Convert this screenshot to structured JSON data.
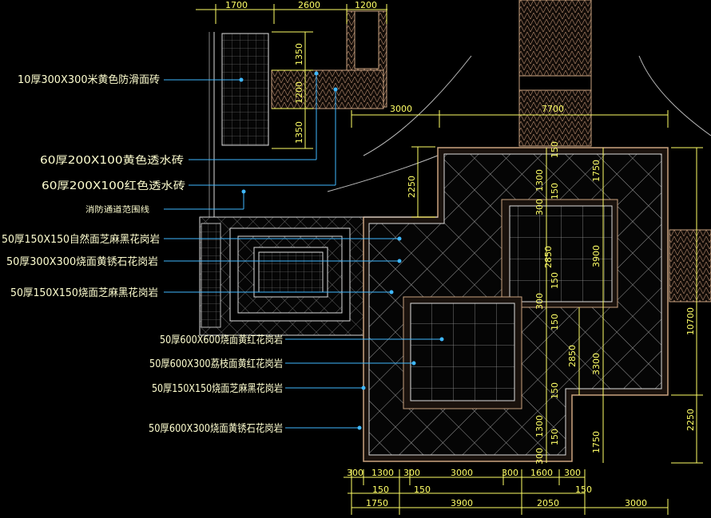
{
  "colors": {
    "background": "#000000",
    "dimension": "#ffff66",
    "leader": "#3fb8ff",
    "label": "#ffffd0",
    "outline": "#ffffff",
    "hatch": "#8c8c8c",
    "border": "#b08a6a"
  },
  "labels": [
    {
      "id": "label-1",
      "text": "10厚300X300米黄色防滑面砖"
    },
    {
      "id": "label-2",
      "text": "60厚200X100黄色透水砖"
    },
    {
      "id": "label-3",
      "text": "60厚200X100红色透水砖"
    },
    {
      "id": "label-4",
      "text": "消防通道范围线"
    },
    {
      "id": "label-5",
      "text": "50厚150X150自然面芝麻黑花岗岩"
    },
    {
      "id": "label-6",
      "text": "50厚300X300烧面黄锈石花岗岩"
    },
    {
      "id": "label-7",
      "text": "50厚150X150烧面芝麻黑花岗岩"
    },
    {
      "id": "label-8",
      "text": "50厚600X600烧面黄红花岗岩"
    },
    {
      "id": "label-9",
      "text": "50厚600X300荔枝面黄红花岗岩"
    },
    {
      "id": "label-10",
      "text": "50厚150X150烧面芝麻黑花岗岩"
    },
    {
      "id": "label-11",
      "text": "50厚600X300烧面黄锈石花岗岩"
    }
  ],
  "dimensions": {
    "top": [
      "1700",
      "2600",
      "1200"
    ],
    "upper_left_v": [
      "1350",
      "1200",
      "1350"
    ],
    "mid_h": [
      "3000",
      "7700"
    ],
    "left_v": "2250",
    "right_total": "10700",
    "right_lower": "2250",
    "center_v": [
      "150",
      "1750",
      "1300",
      "150",
      "300",
      "2850",
      "3900",
      "150",
      "300",
      "150",
      "2850",
      "3300",
      "150",
      "1300",
      "1750",
      "150",
      "300"
    ],
    "bottom_row1": [
      "300",
      "1300",
      "300",
      "3000",
      "300",
      "1600",
      "300"
    ],
    "bottom_row2": [
      "150",
      "150",
      "150"
    ],
    "bottom_row3": [
      "1750",
      "3900",
      "2050",
      "3000"
    ]
  }
}
